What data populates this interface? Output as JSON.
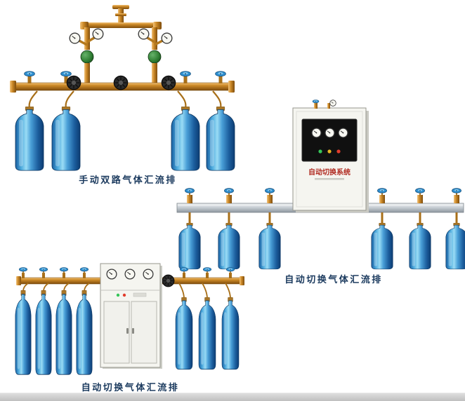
{
  "page": {
    "background": "#ffffff"
  },
  "figures": [
    {
      "id": "manual-dual-manifold",
      "caption": "手动双路气体汇流排"
    },
    {
      "id": "auto-switch-manifold-1",
      "caption": "自动切换气体汇流排"
    },
    {
      "id": "auto-switch-manifold-2",
      "caption": "自动切换气体汇流排"
    }
  ],
  "cabinet": {
    "title": "自动切换系统"
  },
  "colors": {
    "caption_text": "#1b3a5e",
    "brass_pipe": "#c07a1c",
    "cylinder_blue": "#1f6fb2",
    "manifold_aluminum": "#c3cad0",
    "footer_bar": "#cccccc"
  }
}
